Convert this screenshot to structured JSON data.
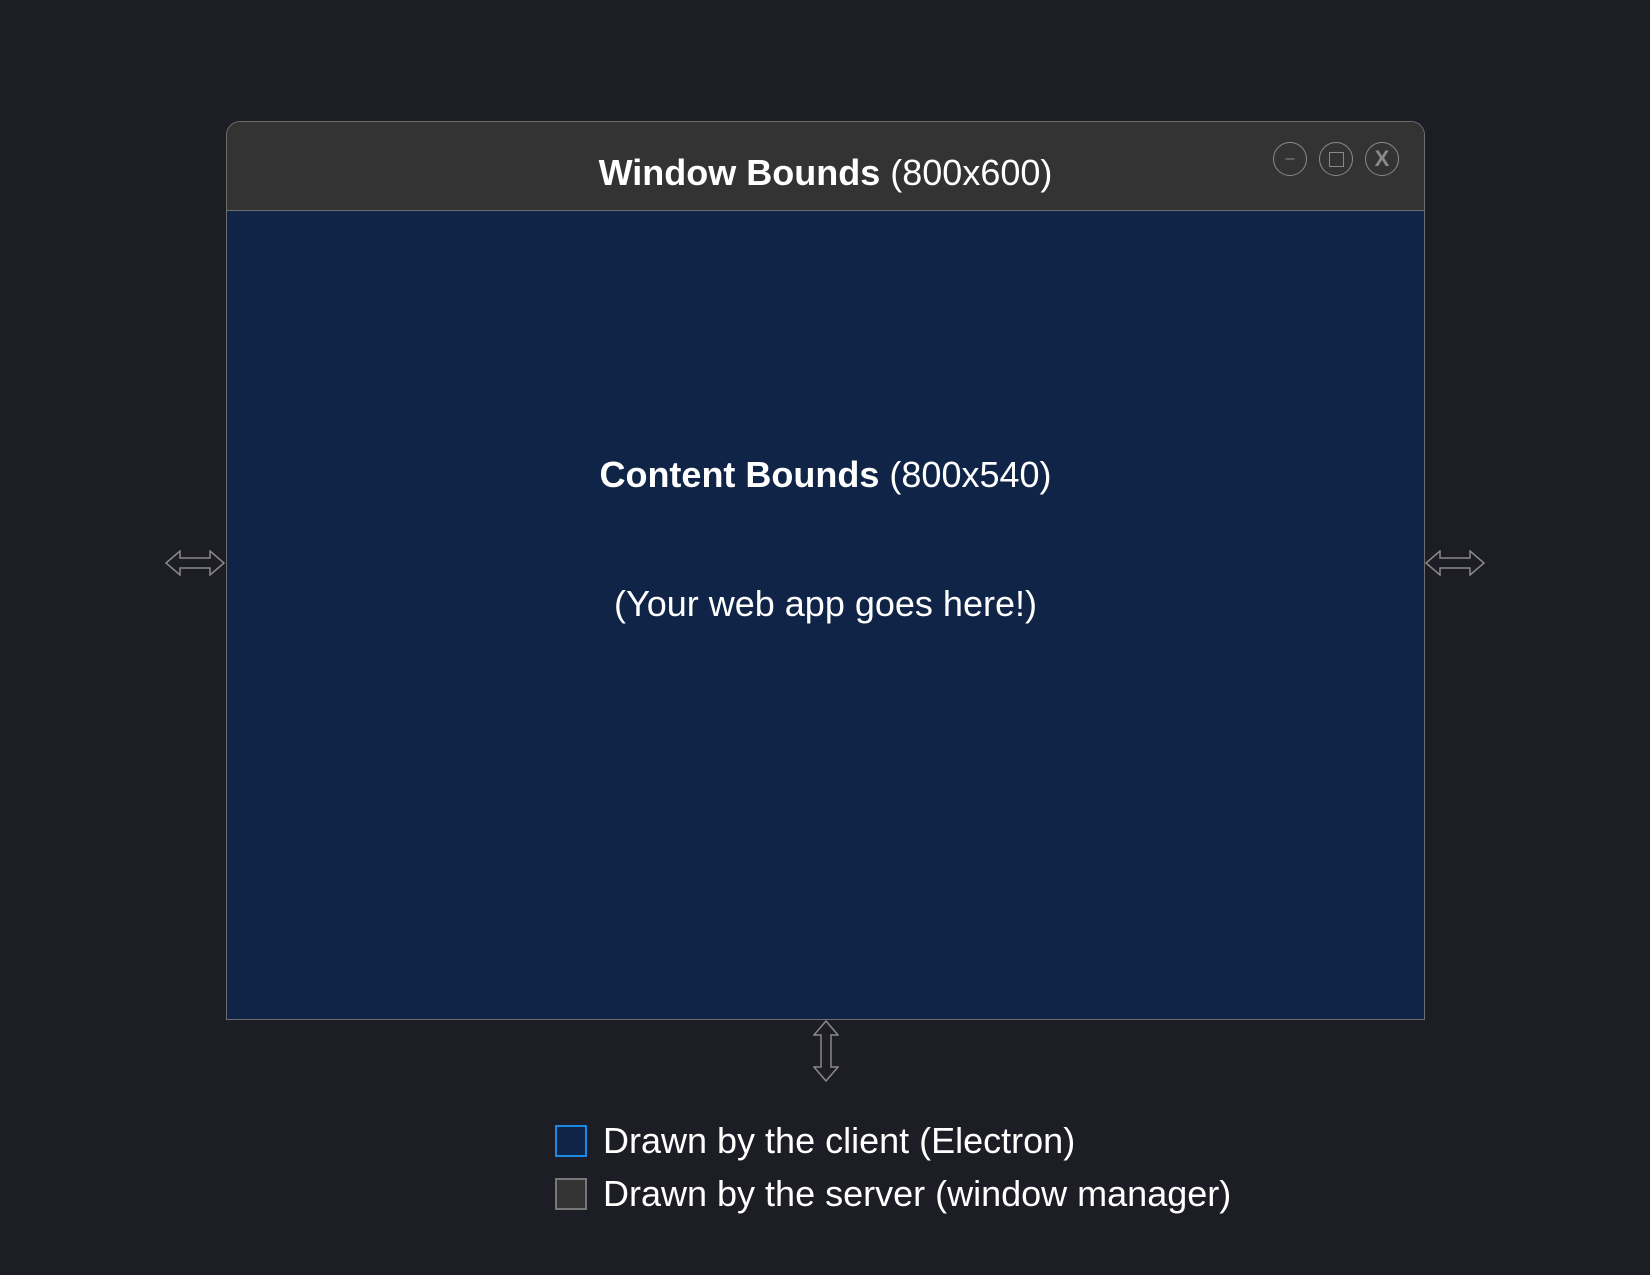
{
  "window": {
    "title_bold": "Window Bounds",
    "title_dims": "(800x600)",
    "controls": {
      "minimize": "–",
      "close": "X"
    }
  },
  "content": {
    "title_bold": "Content Bounds",
    "title_dims": "(800x540)",
    "subtitle": "(Your web app goes here!)"
  },
  "legend": {
    "items": [
      {
        "label": "Drawn by the client (Electron)",
        "swatch": "#102447",
        "border": "#1e88e5"
      },
      {
        "label": "Drawn by the server (window manager)",
        "swatch": "#333333",
        "border": "#777777"
      }
    ]
  },
  "colors": {
    "background": "#1d1d25",
    "titlebar": "#333333",
    "content": "#102447",
    "outline": "#6e6e6e"
  }
}
